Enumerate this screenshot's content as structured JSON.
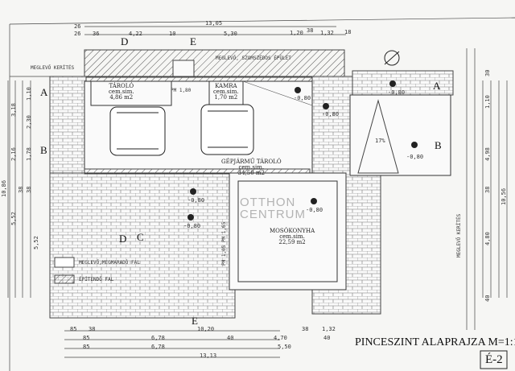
{
  "top_dims": {
    "overall_prefix": "26",
    "overall": "13,05",
    "d1": "26",
    "d2": "36",
    "d3": "4,22",
    "d4": "10",
    "d5": "5,30",
    "d6": "1,20",
    "d7": "38",
    "d8": "1,32",
    "d9": "18"
  },
  "sections": {
    "d_top": "D",
    "e_top": "E",
    "a_left": "A",
    "b_left": "B",
    "c_mid": "C",
    "d_bottom": "D",
    "e_bottom": "E",
    "a_right": "A",
    "b_right": "B"
  },
  "labels": {
    "fence_top": "MEGLEVŐ KERÍTÉS",
    "neighbor": "MEGLEVŐ, SZOMSZÉDOS ÉPÜLET",
    "fence_right": "MEGLEVŐ KERÍTÉS",
    "ramp": "17%",
    "pm1": "PM 1,80",
    "pm2": "PM 1,05 PM 1,65"
  },
  "rooms": [
    {
      "name": "TÁROLÓ",
      "floor": "cem.sim.",
      "area": "4,86 m2"
    },
    {
      "name": "KAMRA",
      "floor": "cem.sim.",
      "area": "1,70 m2"
    },
    {
      "name": "GÉPJÁRMŰ TÁROLÓ",
      "floor": "cem.sim.",
      "area": "34,50 m2"
    },
    {
      "name": "MOSÓKONYHA",
      "floor": "cem.sim.",
      "area": "22,59 m2"
    }
  ],
  "levels": [
    "-0,80",
    "-0,80",
    "-0,80",
    "-0,80",
    "-0,80",
    "-0,80",
    "-0,80"
  ],
  "left_dims": [
    "10,86",
    "3,18",
    "2,16",
    "5,52",
    "38",
    "1,10",
    "2,30",
    "1,78",
    "38",
    "5,52"
  ],
  "right_dims": [
    "10,56",
    "30",
    "1,10",
    "4,98",
    "38",
    "4,80",
    "40"
  ],
  "legend": {
    "existing": "MEGLEVŐ,MEGMARADÓ FAL",
    "new": "ÉPÍTENDŐ FAL"
  },
  "bottom_dims": {
    "row1": [
      "85",
      "38",
      "10,20",
      "38",
      "1,32"
    ],
    "row2": [
      "85",
      "6,78",
      "40",
      "4,70",
      "40"
    ],
    "row3": [
      "85",
      "6,78",
      "5,50"
    ],
    "row4": [
      "13,13"
    ]
  },
  "title": "PINCESZINT ALAPRAJZA  M=1:100",
  "sheet": "É-2",
  "watermark": {
    "line1": "OTTHON",
    "line2": "CENTRUM"
  }
}
